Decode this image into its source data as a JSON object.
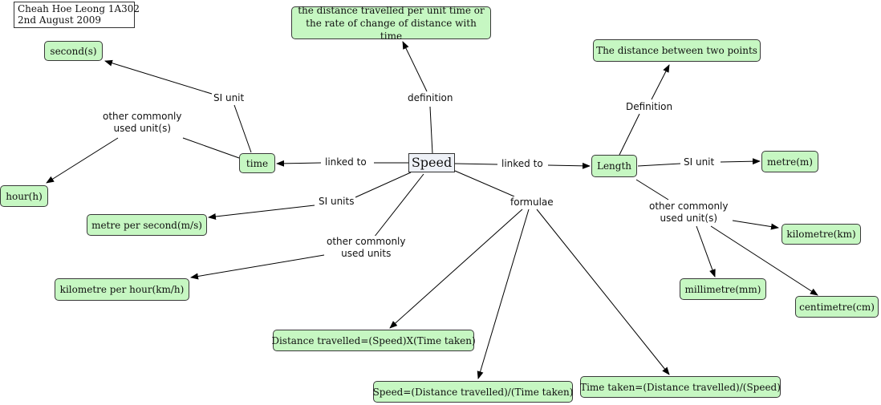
{
  "author": {
    "line1": "Cheah Hoe Leong 1A302",
    "line2": "2nd August 2009"
  },
  "nodes": {
    "speed": "Speed",
    "definition_text": "the distance travelled per unit time or\nthe rate of change of distance with time",
    "second": "second(s)",
    "time": "time",
    "hour": "hour(h)",
    "mps": "metre per second(m/s)",
    "kmh": "kilometre per hour(km/h)",
    "dist_formula": "Distance travelled=(Speed)X(Time taken)",
    "speed_formula": "Speed=(Distance travelled)/(Time taken)",
    "time_formula": "Time taken=(Distance travelled)/(Speed)",
    "length_def": "The distance between two points",
    "length": "Length",
    "metre": "metre(m)",
    "kilometre": "kilometre(km)",
    "millimetre": "millimetre(mm)",
    "centimetre": "centimetre(cm)"
  },
  "labels": {
    "definition": "definition",
    "si_unit_time": "SI unit",
    "other_units_time": "other commonly\nused unit(s)",
    "linked_time": "linked to",
    "linked_length": "linked to",
    "si_units_speed": "SI units",
    "other_units_speed": "other commonly\nused units",
    "formulae": "formulae",
    "definition_length": "Definition",
    "si_unit_length": "SI unit",
    "other_units_length": "other commonly\nused unit(s)"
  }
}
